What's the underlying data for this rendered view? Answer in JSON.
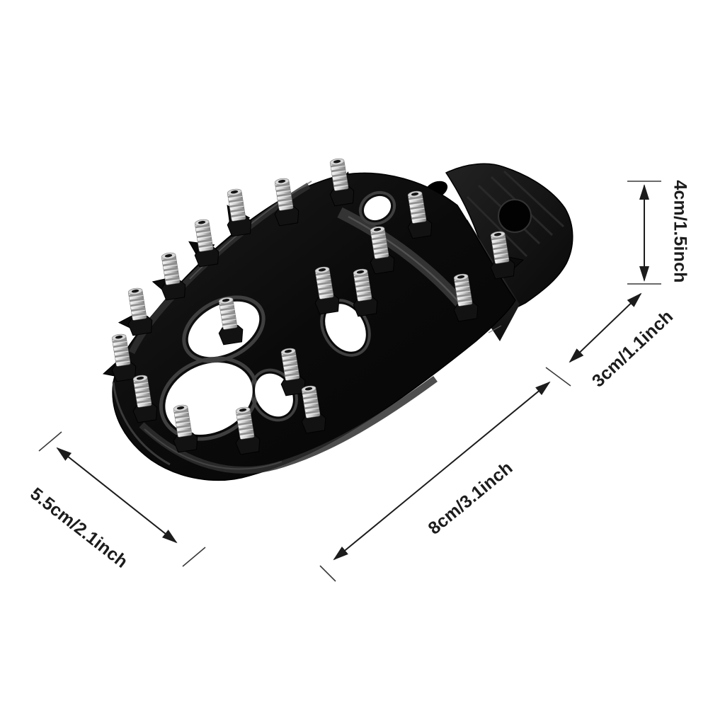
{
  "dimensions": {
    "height": {
      "label": "4cm/1.5inch"
    },
    "end_height": {
      "label": "3cm/1.1inch"
    },
    "length": {
      "label": "8cm/3.1inch"
    },
    "width": {
      "label": "5.5cm/2.1inch"
    }
  },
  "colors": {
    "background": "#ffffff",
    "annotation": "#1c1c1c",
    "product_body": "#0d0d0d",
    "stud_silver": "#d8d8d8"
  }
}
